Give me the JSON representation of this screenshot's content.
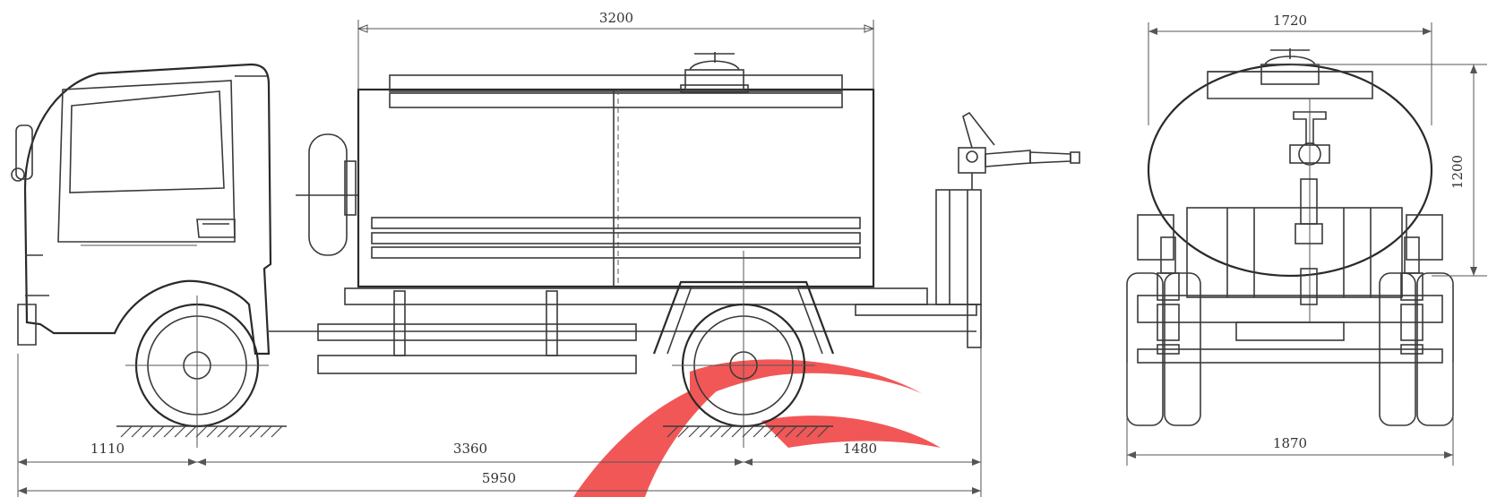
{
  "dimensions": {
    "side_view": {
      "tank_length": "3200",
      "front_overhang": "1110",
      "wheelbase": "3360",
      "rear_overhang": "1480",
      "overall_length": "5950"
    },
    "rear_view": {
      "tank_width": "1720",
      "tank_height": "1200",
      "overall_width": "1870"
    }
  },
  "watermark": {
    "color": "#f03a3a"
  }
}
